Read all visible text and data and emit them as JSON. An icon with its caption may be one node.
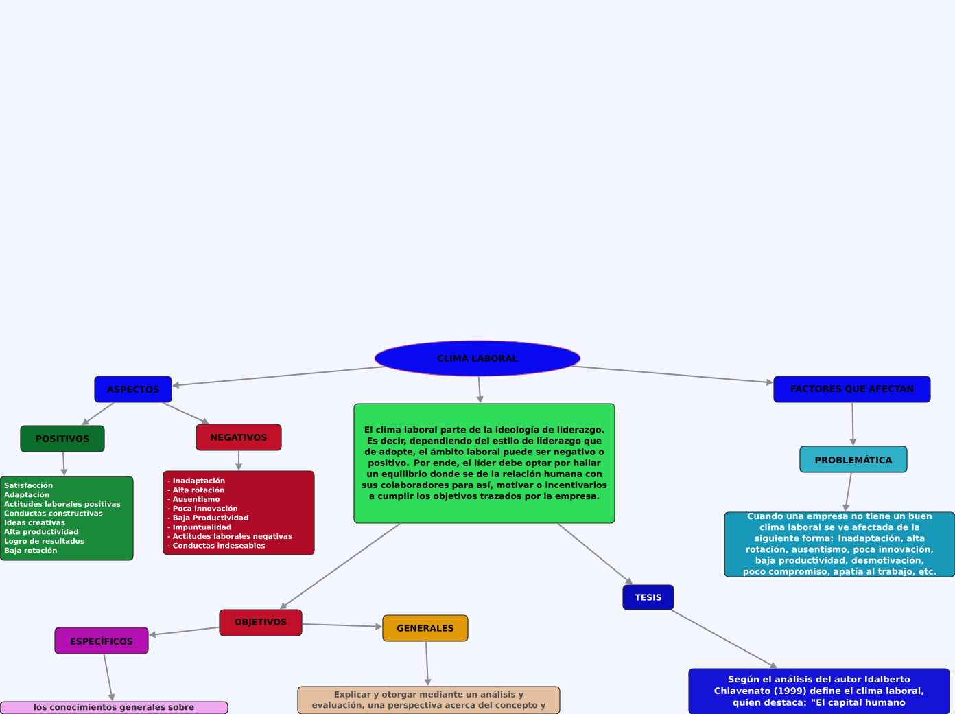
{
  "diagram": {
    "nodes": [
      {
        "text": [
          "CLIMA LABORAL"
        ]
      },
      {
        "text": [
          "ASPECTOS"
        ]
      },
      {
        "text": [
          "POSITIVOS"
        ]
      },
      {
        "text": [
          "Satisfacción",
          "Adaptación",
          "Actitudes laborales positivas",
          "Conductas constructivas",
          "Ideas creativas",
          "Alta productividad",
          "Logro de resultados",
          "Baja rotación"
        ]
      },
      {
        "text": [
          "NEGATIVOS"
        ]
      },
      {
        "text": [
          "- Inadaptación",
          "- Alta rotación",
          "- Ausentismo",
          "- Poca innovación",
          "- Baja Productividad",
          "- Impuntualidad",
          "- Actitudes laborales negativas",
          "- Conductas indeseables"
        ]
      },
      {
        "text": [
          "El clima laboral parte de la ideología de liderazgo. Es decir, dependiendo del estilo de liderazgo que de adopte, el ámbito laboral puede ser negativo o positivo. Por ende, el líder debe optar por hallar un equilibrio donde se de la relación humana con sus colaboradores para así, motivar o incentivarlos a cumplir los objetivos trazados por la empresa."
        ]
      },
      {
        "text": [
          "FACTORES QUE AFECTAN"
        ]
      },
      {
        "text": [
          "PROBLEMÁTICA"
        ]
      },
      {
        "text": [
          "Cuando una empresa no tiene un buen clima laboral se ve afectada de la siguiente forma: Inadaptación, alta rotación, ausentismo, poca innovación, baja productividad, desmotivación, poco compromiso, apatía al trabajo, etc."
        ]
      },
      {
        "text": [
          "TESIS"
        ]
      },
      {
        "text": [
          "Según el  análisis del autor Idalberto Chiavenato (1999) define el clima laboral, quien destaca: \"El capital humano"
        ]
      },
      {
        "text": [
          "OBJETIVOS"
        ]
      },
      {
        "text": [
          "GENERALES"
        ]
      },
      {
        "text": [
          "Explicar y otorgar mediante un análisis y evaluación, una perspectiva acerca del concepto y"
        ]
      },
      {
        "text": [
          "ESPECÍFICOS"
        ]
      },
      {
        "text": [
          "los conocimientos generales sobre"
        ]
      }
    ],
    "edges": [
      {
        "from": 0,
        "to": 1,
        "arrow": "to"
      },
      {
        "from": 0,
        "to": 6,
        "arrow": "to"
      },
      {
        "from": 0,
        "to": 7,
        "arrow": "to"
      },
      {
        "from": 1,
        "to": 2,
        "arrow": "to"
      },
      {
        "from": 1,
        "to": 4,
        "arrow": "to"
      },
      {
        "from": 2,
        "to": 3,
        "arrow": "to"
      },
      {
        "from": 4,
        "to": 5,
        "arrow": "to"
      },
      {
        "from": 7,
        "to": 8,
        "arrow": "to"
      },
      {
        "from": 8,
        "to": 9,
        "arrow": "to"
      },
      {
        "from": 6,
        "to": 12,
        "arrow": "to"
      },
      {
        "from": 6,
        "to": 10,
        "arrow": "to"
      },
      {
        "from": 12,
        "to": 15,
        "arrow": "to"
      },
      {
        "from": 12,
        "to": 13,
        "arrow": "to"
      },
      {
        "from": 13,
        "to": 14,
        "arrow": "to"
      },
      {
        "from": 15,
        "to": 16,
        "arrow": "to"
      },
      {
        "from": 10,
        "to": 11,
        "arrow": "to"
      }
    ]
  }
}
